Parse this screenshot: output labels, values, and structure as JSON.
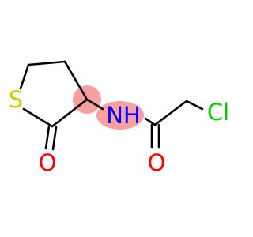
{
  "molecule": {
    "atoms": {
      "sulfur": {
        "label": "S",
        "color": "#cccc00"
      },
      "oxygen_ring": {
        "label": "O",
        "color": "#ff0000"
      },
      "nitrogen": {
        "label": "NH",
        "color": "#0000ff"
      },
      "oxygen_amide": {
        "label": "O",
        "color": "#ff0000"
      },
      "chlorine": {
        "label": "Cl",
        "color": "#00cc00"
      }
    },
    "highlight_color": "#f8a0a0"
  }
}
